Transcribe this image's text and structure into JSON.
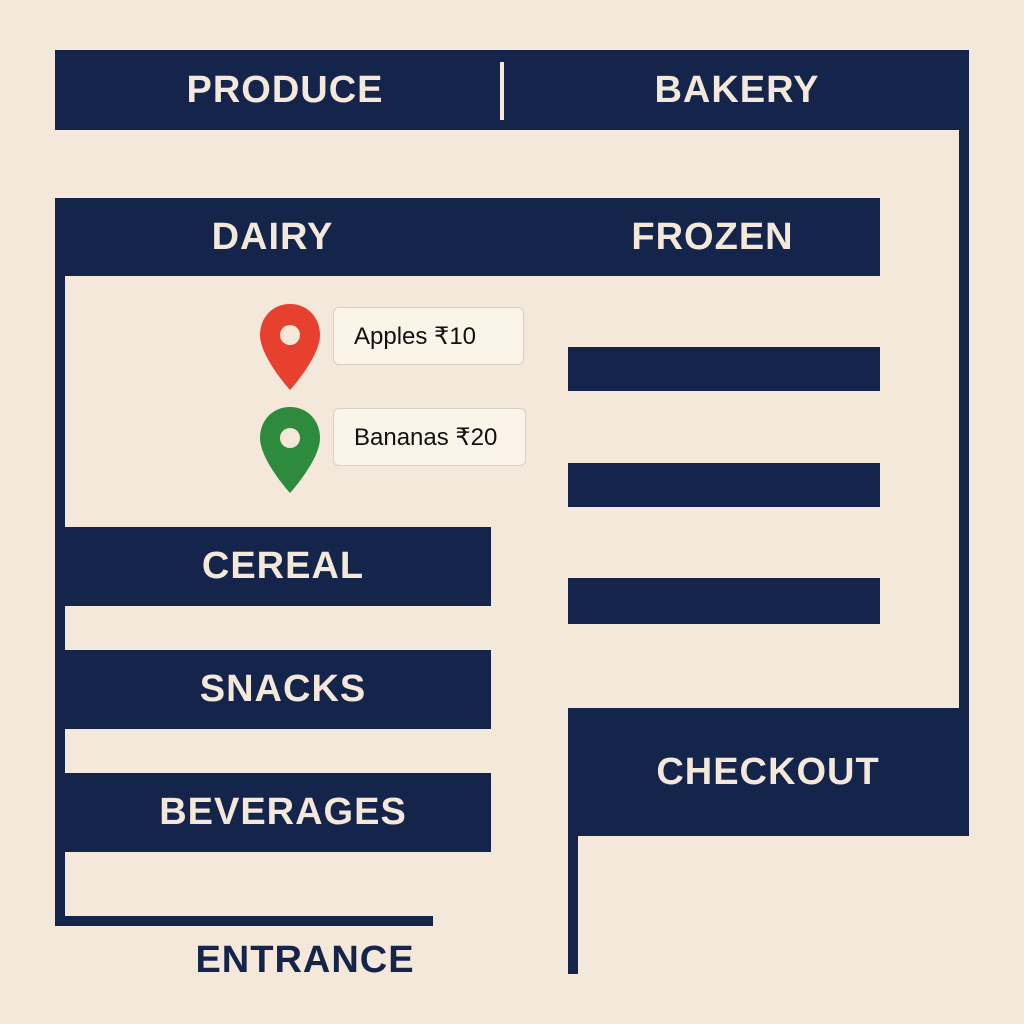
{
  "sections": {
    "produce": "PRODUCE",
    "bakery": "BAKERY",
    "dairy": "DAIRY",
    "frozen": "FROZEN",
    "cereal": "CEREAL",
    "snacks": "SNACKS",
    "beverages": "BEVERAGES",
    "checkout": "CHECKOUT",
    "entrance": "ENTRANCE"
  },
  "markers": [
    {
      "item": "Apples ₹10",
      "color": "#e8402f",
      "icon": "map-pin-icon"
    },
    {
      "item": "Bananas ₹20",
      "color": "#2e8b3e",
      "icon": "map-pin-icon"
    }
  ],
  "colors": {
    "shelf": "#14244a",
    "background": "#f3e8d9",
    "tag_background": "#fbf4e9"
  }
}
